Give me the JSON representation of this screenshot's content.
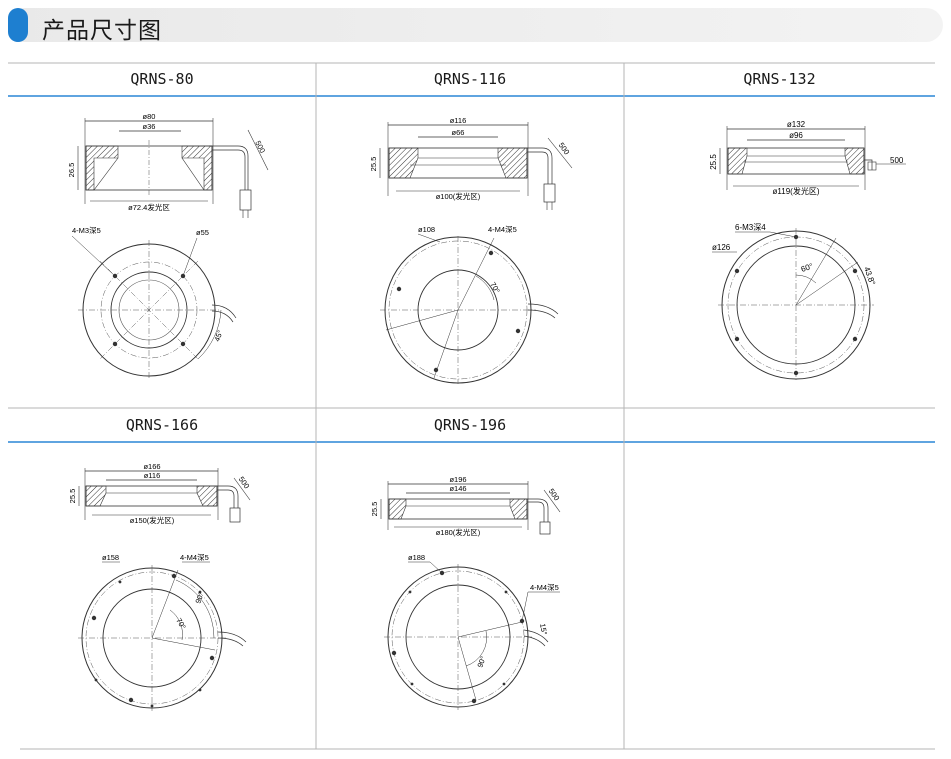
{
  "header": {
    "title": "产品尺寸图",
    "accent": "#1e7fd0"
  },
  "models": [
    {
      "name": "QRNS-80",
      "side": {
        "d_outer": "ø80",
        "d_inner": "ø36",
        "height": "26.5",
        "d_emit": "ø72.4发光区",
        "cable": "500"
      },
      "top": {
        "holes": "4-M3深5",
        "pcd": "ø55",
        "angle": "45°"
      }
    },
    {
      "name": "QRNS-116",
      "side": {
        "d_outer": "ø116",
        "d_inner": "ø66",
        "height": "25.5",
        "d_emit": "ø100(发光区)",
        "cable": "500"
      },
      "top": {
        "pcd": "ø108",
        "holes": "4-M4深5",
        "angle": "70°"
      }
    },
    {
      "name": "QRNS-132",
      "side": {
        "d_outer": "ø132",
        "d_inner": "ø96",
        "height": "25.5",
        "d_emit": "ø119(发光区)",
        "cable": "500"
      },
      "top": {
        "holes": "6-M3深4",
        "pcd": "ø126",
        "angle1": "60°",
        "angle2": "43.8°"
      }
    },
    {
      "name": "QRNS-166",
      "side": {
        "d_outer": "ø166",
        "d_inner": "ø116",
        "height": "25.5",
        "d_emit": "ø150(发光区)",
        "cable": "500"
      },
      "top": {
        "pcd": "ø158",
        "holes": "4-M4深5",
        "angle1": "70°",
        "angle2": "90°"
      }
    },
    {
      "name": "QRNS-196",
      "side": {
        "d_outer": "ø196",
        "d_inner": "ø146",
        "height": "25.5",
        "d_emit": "ø180(发光区)",
        "cable": "500"
      },
      "top": {
        "pcd": "ø188",
        "holes": "4-M4深5",
        "angle1": "15°",
        "angle2": "90°"
      }
    }
  ]
}
